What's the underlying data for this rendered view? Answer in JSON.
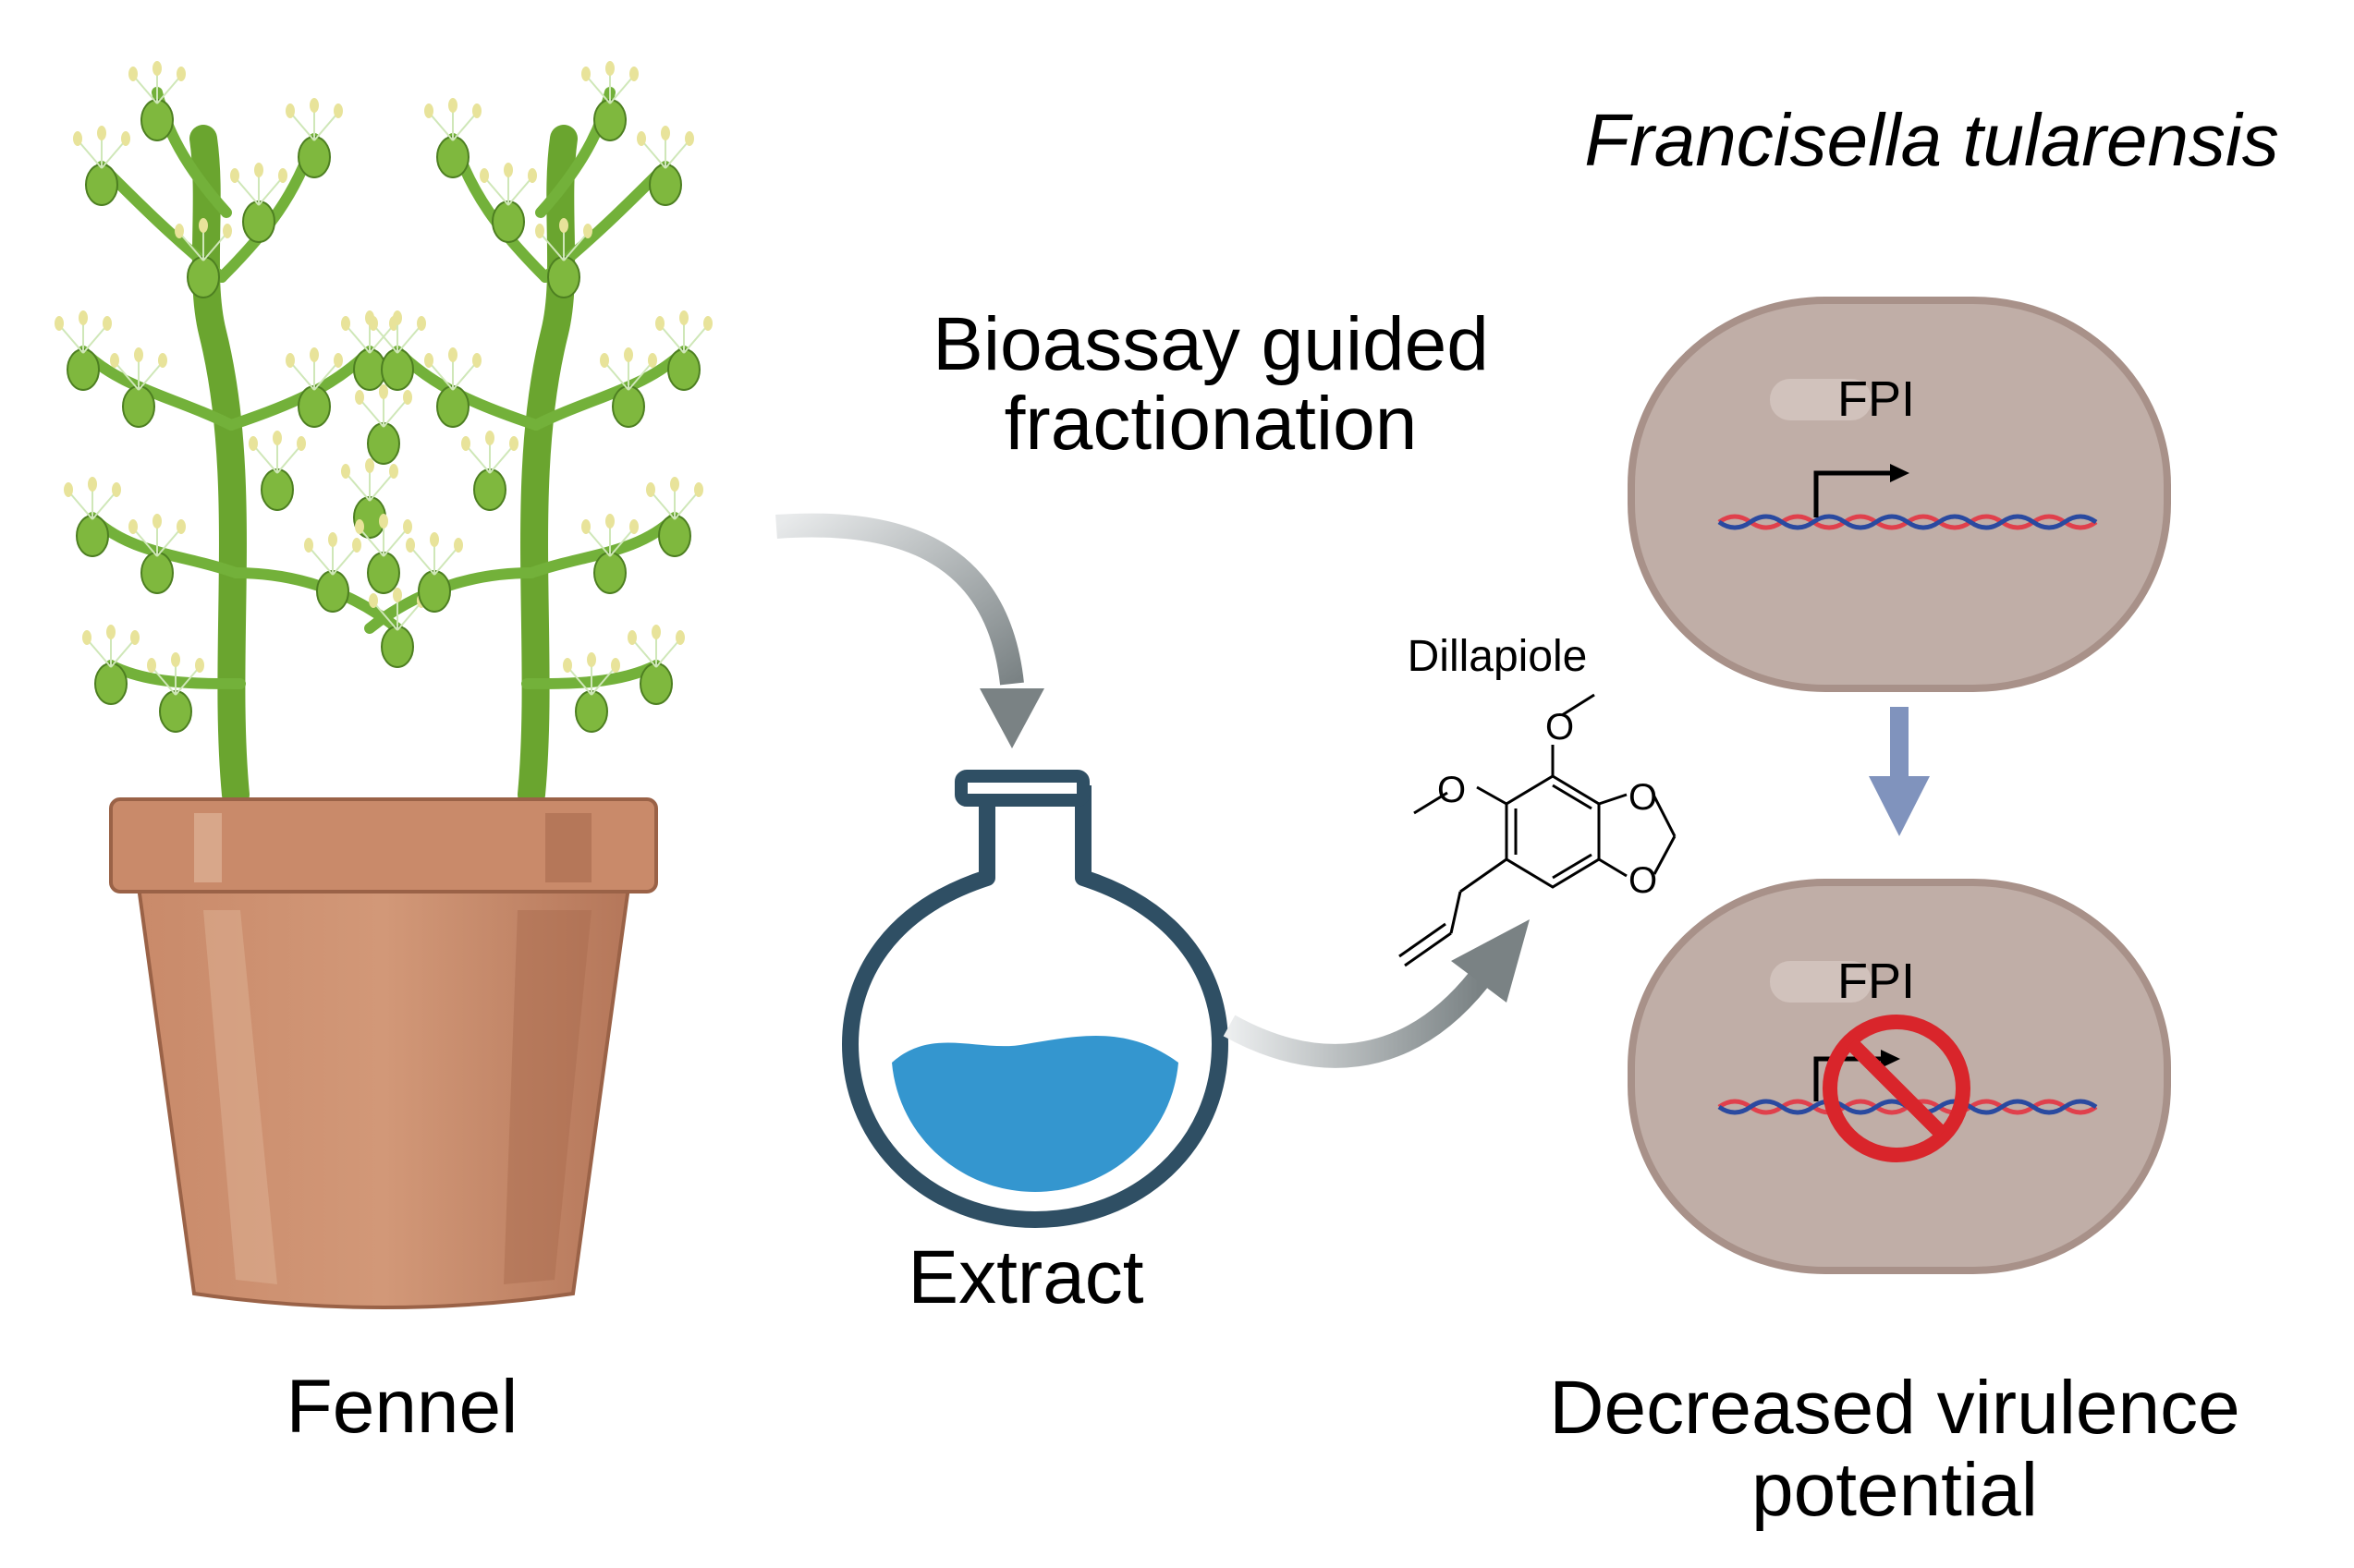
{
  "organism": {
    "name": "Francisella tularensis"
  },
  "process": {
    "step_line1": "Bioassay guided",
    "step_line2": "fractionation"
  },
  "plant": {
    "name": "Fennel"
  },
  "flask": {
    "name": "Extract"
  },
  "compound": {
    "name": "Dillapiole",
    "atom_symbol": "O"
  },
  "cell_top": {
    "locus": "FPI"
  },
  "cell_bottom": {
    "locus": "FPI"
  },
  "outcome": {
    "line1": "Decreased virulence",
    "line2": "potential"
  },
  "colors": {
    "pot": "#c98a6a",
    "pot_shade": "#b5775a",
    "stem": "#6aa52f",
    "floret": "#e8e39a",
    "flask_outline": "#2f4f64",
    "flask_liquid": "#3496cf",
    "cell_fill": "#c0aea7",
    "cell_edge": "#a89189",
    "dna_red": "#e0404c",
    "dna_blue": "#2a4aa0",
    "arrow_gray": "#7f8587",
    "arrow_blue": "#8093bd",
    "inhibit_red": "#d9252b"
  }
}
